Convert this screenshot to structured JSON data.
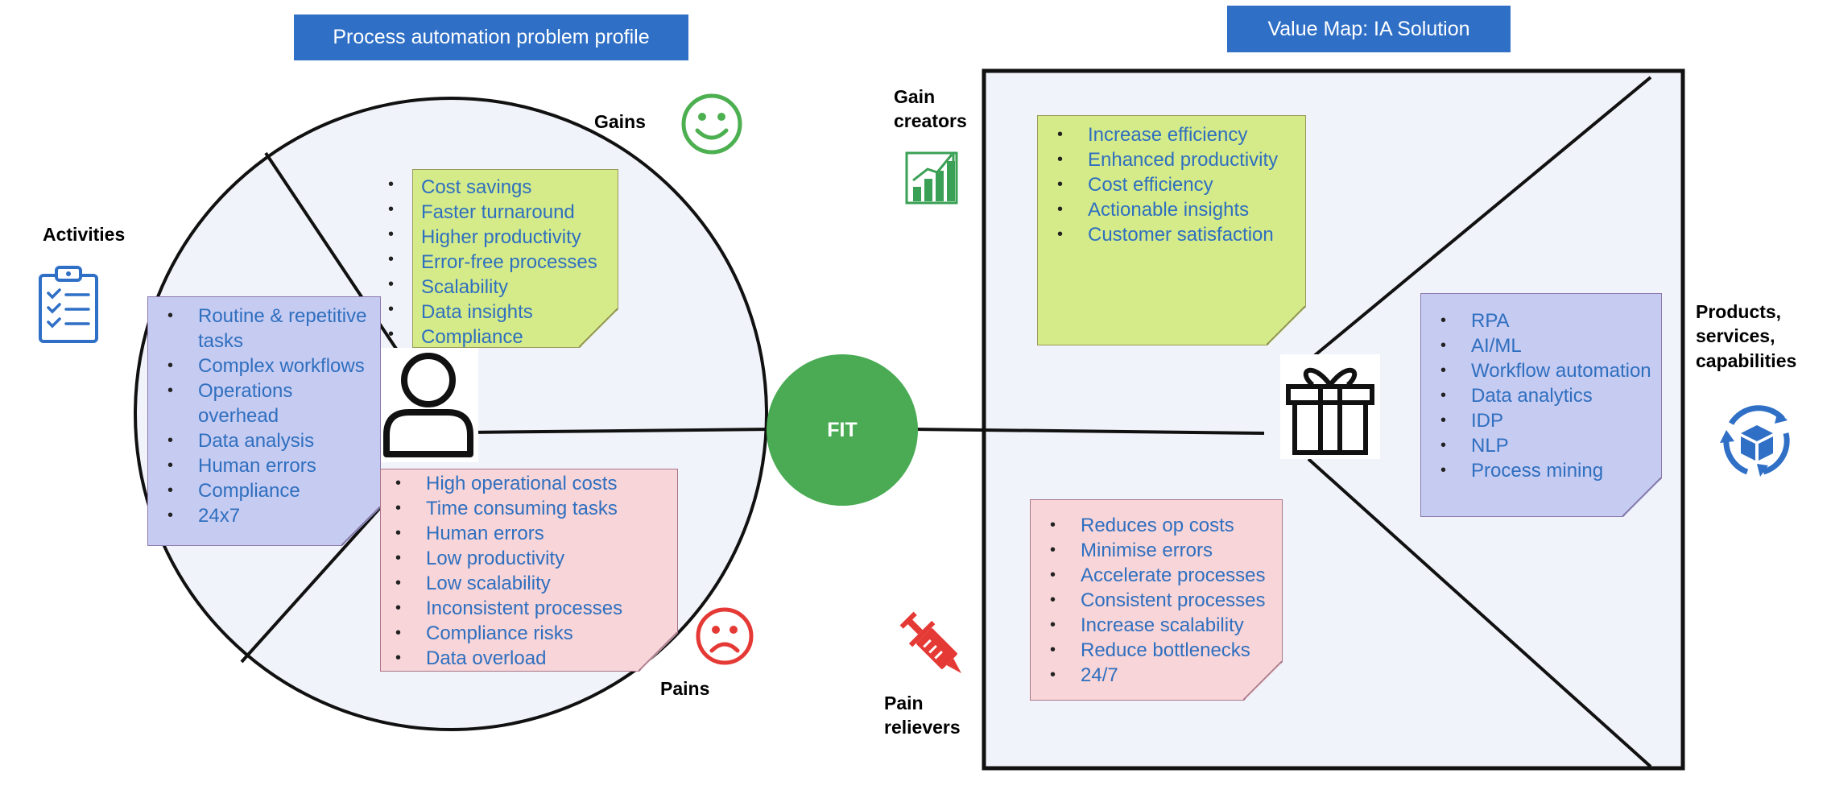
{
  "left": {
    "banner": "Process automation problem profile",
    "activities_label": "Activities",
    "gains_label": "Gains",
    "pains_label": "Pains",
    "gains_items": [
      "Cost savings",
      "Faster turnaround",
      "Higher productivity",
      "Error-free processes",
      "Scalability",
      "Data insights",
      "Compliance"
    ],
    "activities_items": [
      "Routine & repetitive tasks",
      "Complex workflows",
      "Operations overhead",
      "Data analysis",
      "Human errors",
      "Compliance",
      "24x7"
    ],
    "pains_items": [
      "High operational costs",
      "Time consuming tasks",
      "Human errors",
      "Low productivity",
      "Low scalability",
      "Inconsistent processes",
      "Compliance risks",
      "Data overload"
    ]
  },
  "center": {
    "fit_label": "FIT"
  },
  "right": {
    "banner": "Value Map: IA Solution",
    "gain_creators_label": "Gain creators",
    "pain_relievers_label": "Pain relievers",
    "products_label": "Products, services, capabilities",
    "gain_creators_items": [
      "Increase efficiency",
      "Enhanced productivity",
      "Cost efficiency",
      "Actionable insights",
      "Customer satisfaction"
    ],
    "products_items": [
      "RPA",
      "AI/ML",
      "Workflow automation",
      "Data analytics",
      "IDP",
      "NLP",
      "Process mining"
    ],
    "pain_relievers_items": [
      "Reduces op costs",
      "Minimise errors",
      "Accelerate processes",
      "Consistent processes",
      "Increase scalability",
      "Reduce bottlenecks",
      "24/7"
    ]
  },
  "colors": {
    "banner": "#2f6fc6",
    "gains_note": "#d5eb89",
    "activities_note": "#c6cbf1",
    "pains_note": "#f7d5d8",
    "fit_circle": "#4aab54",
    "item_text": "#2f6fbf",
    "smiley_green": "#4caf50",
    "frown_red": "#e53935"
  },
  "icons": [
    "clipboard-checklist-icon",
    "smiley-face-icon",
    "sad-face-icon",
    "user-icon",
    "bar-chart-icon",
    "gift-icon",
    "syringe-icon",
    "product-box-cycle-icon"
  ]
}
